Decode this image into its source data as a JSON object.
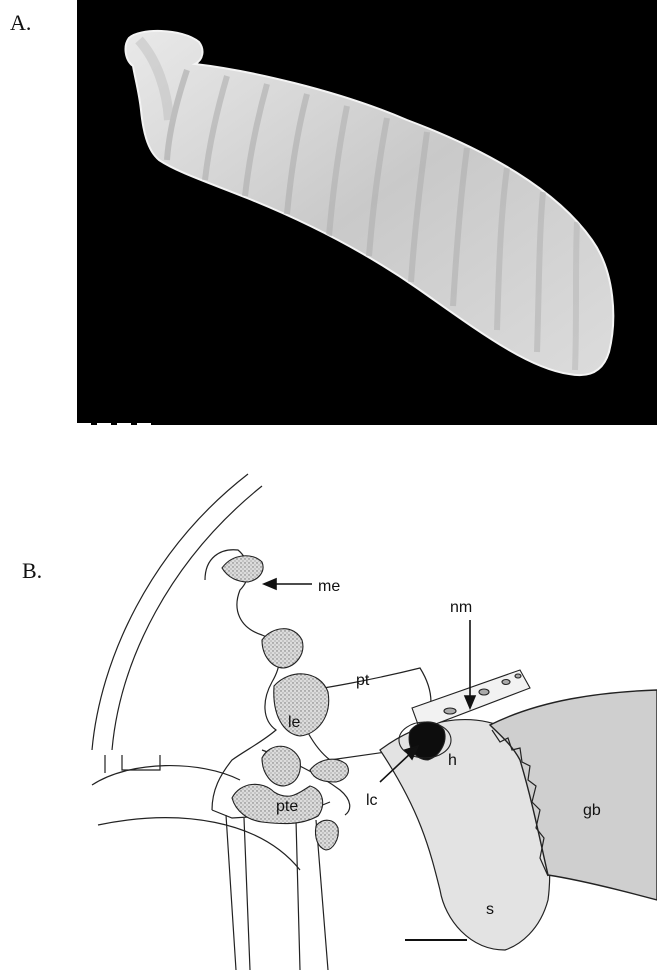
{
  "panels": {
    "a": {
      "letter": "A."
    },
    "b": {
      "letter": "B."
    }
  },
  "labels": {
    "me": "me",
    "nm": "nm",
    "pt": "pt",
    "le": "le",
    "h": "h",
    "gb": "gb",
    "pte": "pte",
    "lc": "lc",
    "s": "s"
  },
  "colors": {
    "photo_background": "#000000",
    "specimen": "#d6d6d6",
    "outline": "#222222",
    "light_grey_region": "#e3e3e3",
    "dark_grey_region": "#cfcfcf",
    "stipple": "#8f8f8f"
  }
}
